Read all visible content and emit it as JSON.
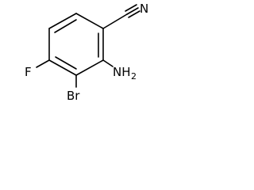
{
  "molecule": {
    "labels": {
      "nitrogen": "N",
      "amino": "NH",
      "amino_subscript": "2",
      "bromine": "Br",
      "fluorine": "F"
    }
  }
}
